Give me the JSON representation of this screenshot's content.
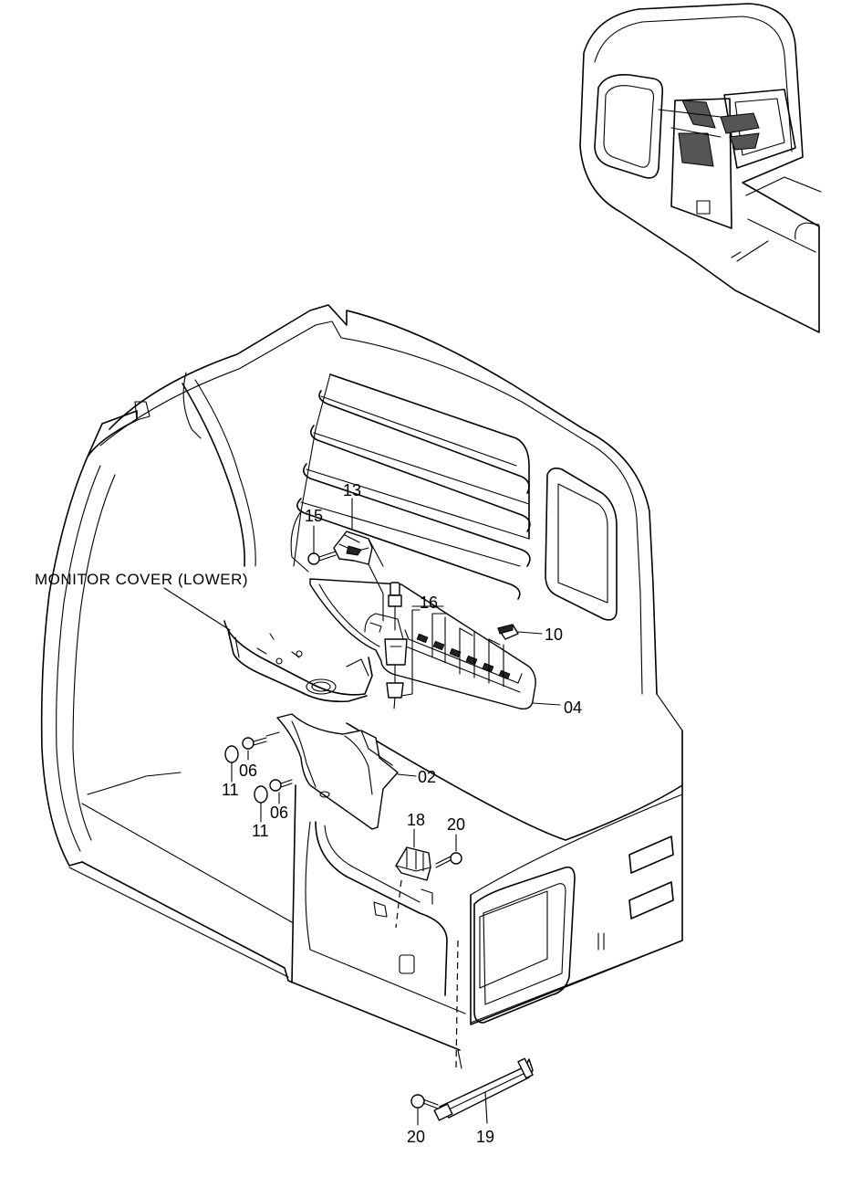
{
  "labels": {
    "monitor_cover_lower": "MONITOR COVER (LOWER)",
    "p02": "02",
    "p04": "04",
    "p06_a": "06",
    "p06_b": "06",
    "p10": "10",
    "p11_a": "11",
    "p11_b": "11",
    "p13": "13",
    "p15": "15",
    "p16": "16",
    "p18": "18",
    "p19": "19",
    "p20_a": "20",
    "p20_b": "20"
  }
}
